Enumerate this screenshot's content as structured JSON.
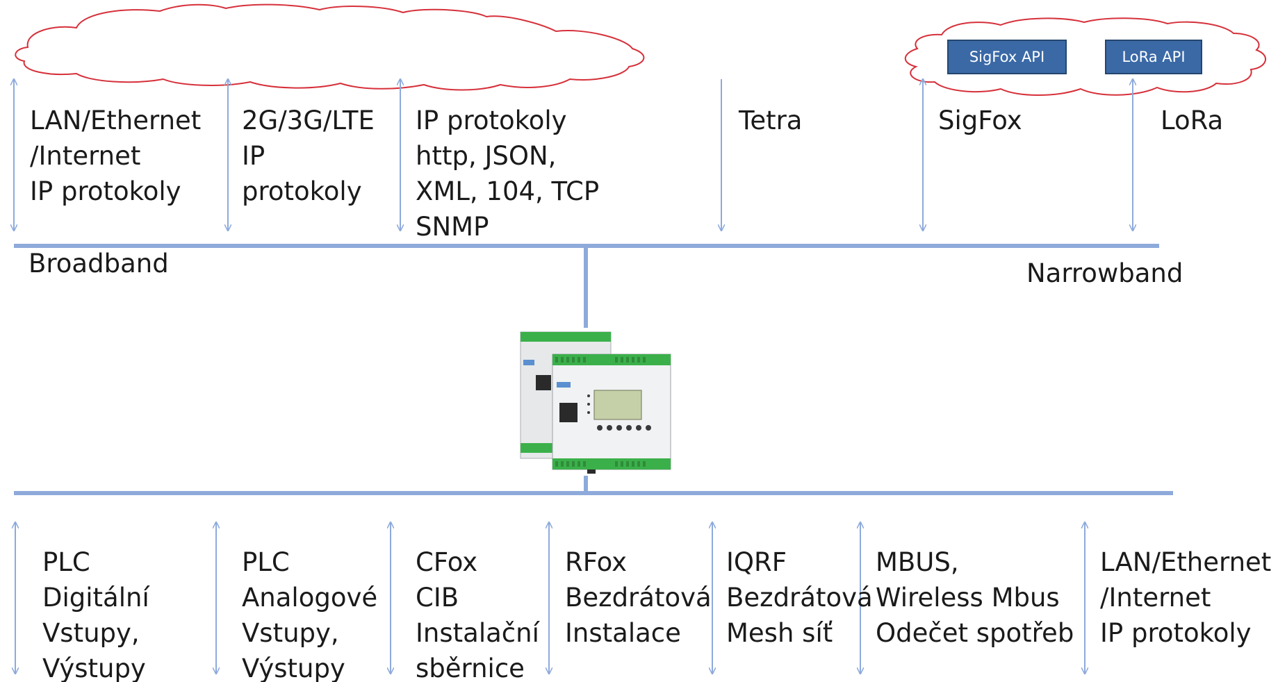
{
  "colors": {
    "bus": "#8eaadb",
    "arrow": "#8eaadb",
    "cloud": "#d6303a",
    "api_box": "#3a69a6"
  },
  "clouds": {
    "left": {
      "label": ""
    },
    "right": {
      "apis": [
        {
          "label": "SigFox API"
        },
        {
          "label": "LoRa API"
        }
      ]
    }
  },
  "top_channels": [
    {
      "lines": [
        "LAN/Ethernet",
        "/Internet",
        "IP protokoly"
      ]
    },
    {
      "lines": [
        "2G/3G/LTE",
        "IP",
        "protokoly"
      ]
    },
    {
      "lines": [
        "IP protokoly",
        "http, JSON,",
        "XML, 104, TCP",
        "SNMP"
      ]
    },
    {
      "lines": [
        "Tetra"
      ]
    },
    {
      "lines": [
        "SigFox"
      ]
    },
    {
      "lines": [
        "LoRa"
      ]
    }
  ],
  "bus_labels": {
    "broadband": "Broadband",
    "narrowband": "Narrowband"
  },
  "device": {
    "icon": "plc-controller-device"
  },
  "bottom_channels": [
    {
      "lines": [
        "PLC",
        "Digitální",
        "Vstupy,",
        "Výstupy"
      ]
    },
    {
      "lines": [
        "PLC",
        "Analogové",
        "Vstupy,",
        "Výstupy"
      ]
    },
    {
      "lines": [
        "CFox",
        "CIB",
        "Instalační",
        "sběrnice"
      ]
    },
    {
      "lines": [
        "RFox",
        "Bezdrátová",
        "Instalace"
      ]
    },
    {
      "lines": [
        "IQRF",
        "Bezdrátová",
        "Mesh síť"
      ]
    },
    {
      "lines": [
        "MBUS,",
        "Wireless Mbus",
        "Odečet spotřeb"
      ]
    },
    {
      "lines": [
        "LAN/Ethernet",
        "/Internet",
        "IP protokoly"
      ]
    }
  ]
}
